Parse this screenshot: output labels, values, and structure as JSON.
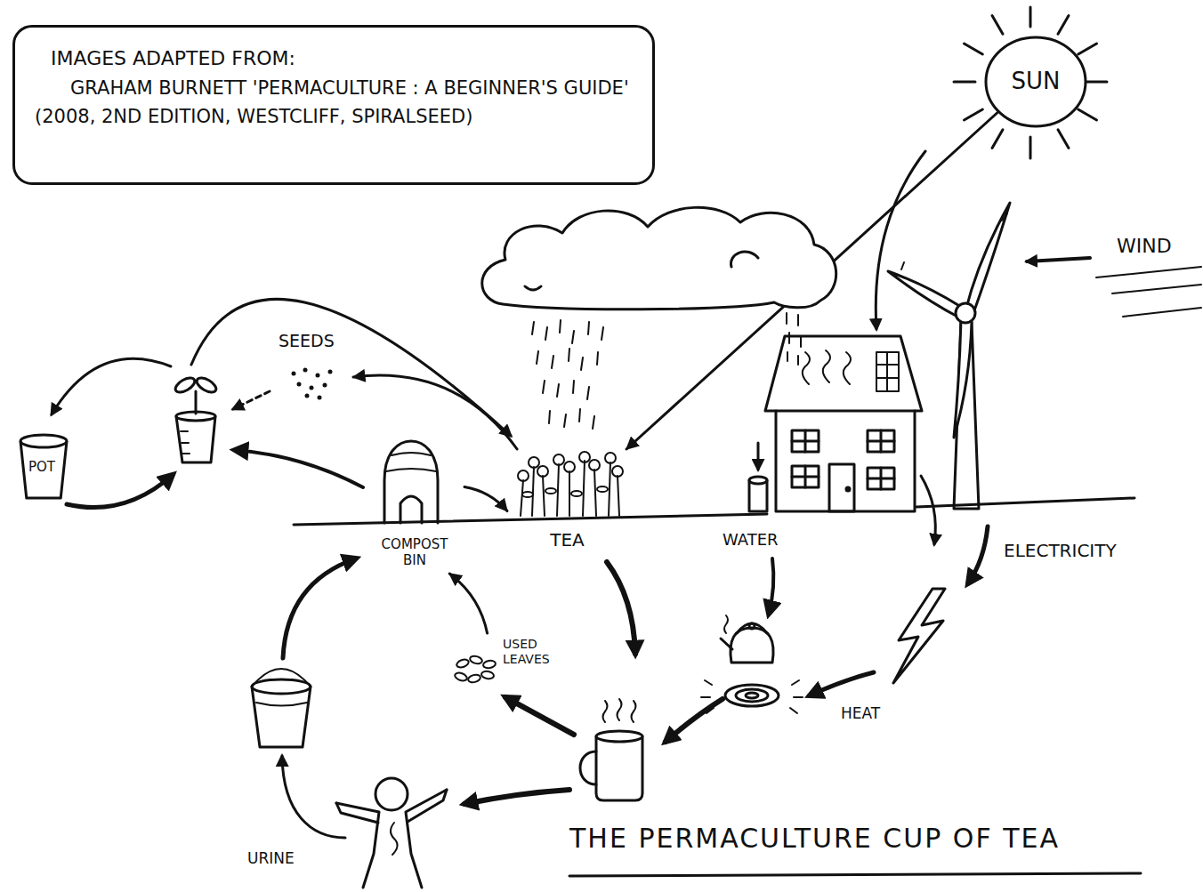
{
  "diagram": {
    "title": "THE PERMACULTURE CUP OF TEA",
    "nodes": [
      {
        "text": [
          "IMAGES ADAPTED FROM:",
          "GRAHAM BURNETT 'PERMACULTURE : A BEGINNER'S GUIDE'",
          "(2008, 2ND EDITION, WESTCLIFF, SPIRALSEED)"
        ]
      },
      {
        "text": [
          "SUN"
        ]
      },
      {
        "text": [
          "SEEDS"
        ]
      },
      {
        "text": [
          "POT"
        ]
      },
      {
        "text": [
          "COMPOST BIN"
        ]
      },
      {
        "text": [
          "TEA"
        ]
      },
      {
        "text": [
          "USED LEAVES"
        ]
      }
    ],
    "edges": [
      {
        "from": 1,
        "to": 5,
        "arrow": "to"
      },
      {
        "from": 4,
        "to": 5,
        "arrow": "to"
      },
      {
        "from": 5,
        "to": 2,
        "arrow": "to"
      },
      {
        "from": 6,
        "to": 4,
        "arrow": "to"
      }
    ],
    "labels": [
      "WIND",
      "WATER",
      "ELECTRICITY",
      "HEAT",
      "URINE"
    ]
  }
}
